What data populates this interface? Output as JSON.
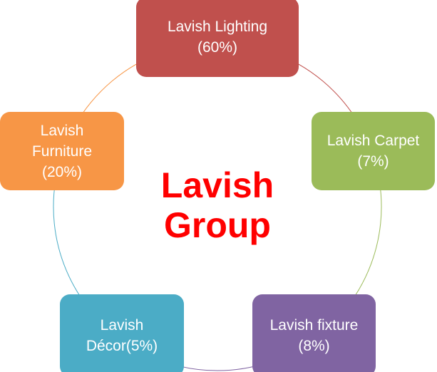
{
  "title": {
    "line1": "Lavish",
    "line2": "Group"
  },
  "nodes": {
    "lighting": {
      "line1": "Lavish Lighting",
      "line2": "(60%)",
      "color": "#C0504D"
    },
    "carpet": {
      "line1": "Lavish Carpet",
      "line2": "(7%)",
      "color": "#9BBB59"
    },
    "fixture": {
      "line1": "Lavish fixture",
      "line2": "(8%)",
      "color": "#8064A2"
    },
    "decor": {
      "line1": "Lavish",
      "line2": "Décor(5%)",
      "color": "#4BACC6"
    },
    "furniture": {
      "line1": "Lavish",
      "line2": "Furniture",
      "line3": "(20%)",
      "color": "#F79646"
    }
  }
}
